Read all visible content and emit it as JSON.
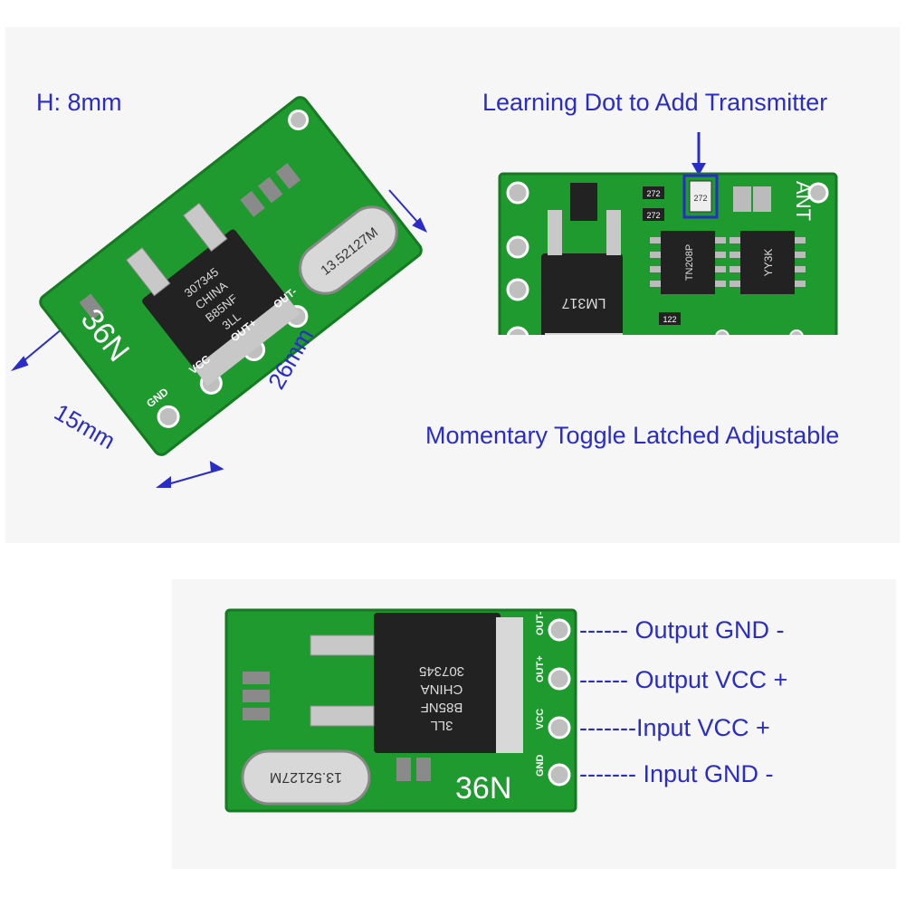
{
  "colors": {
    "pcb": "#1f9a2f",
    "pcb_dark": "#157a22",
    "silk": "#ffffff",
    "label_blue": "#2a2cc8",
    "chip": "#222222",
    "pad": "#bfbfbf",
    "background": "#f6f6f6"
  },
  "top_left": {
    "height_label": "H: 8mm",
    "width_label": "15mm",
    "length_label": "26mm",
    "board_text": "36N",
    "pins": [
      "GND",
      "VCC",
      "OUT+",
      "OUT-"
    ],
    "crystal_text": "13.52127M",
    "regulator_lines": [
      "307345",
      "CHINA",
      "B85NF",
      "3LL"
    ]
  },
  "top_right": {
    "learning_label": "Learning Dot to Add Transmitter",
    "mode_label": "Momentary Toggle Latched Adjustable",
    "board_text": "ANT",
    "ic1_text": "LM317",
    "ic2_text": "TN208P",
    "ic3_text": "YY3K",
    "resistor_codes": [
      "272",
      "272",
      "122",
      "272"
    ]
  },
  "bottom": {
    "board_text": "36N",
    "pins": [
      "OUT-",
      "OUT+",
      "VCC",
      "GND"
    ],
    "crystal_text": "13.52127M",
    "regulator_lines": [
      "307345",
      "CHINA",
      "B85NF",
      "3LL"
    ],
    "pin_labels": [
      "------ Output GND -",
      "------ Output VCC +",
      "-------Input VCC +",
      "------- Input GND -"
    ]
  }
}
